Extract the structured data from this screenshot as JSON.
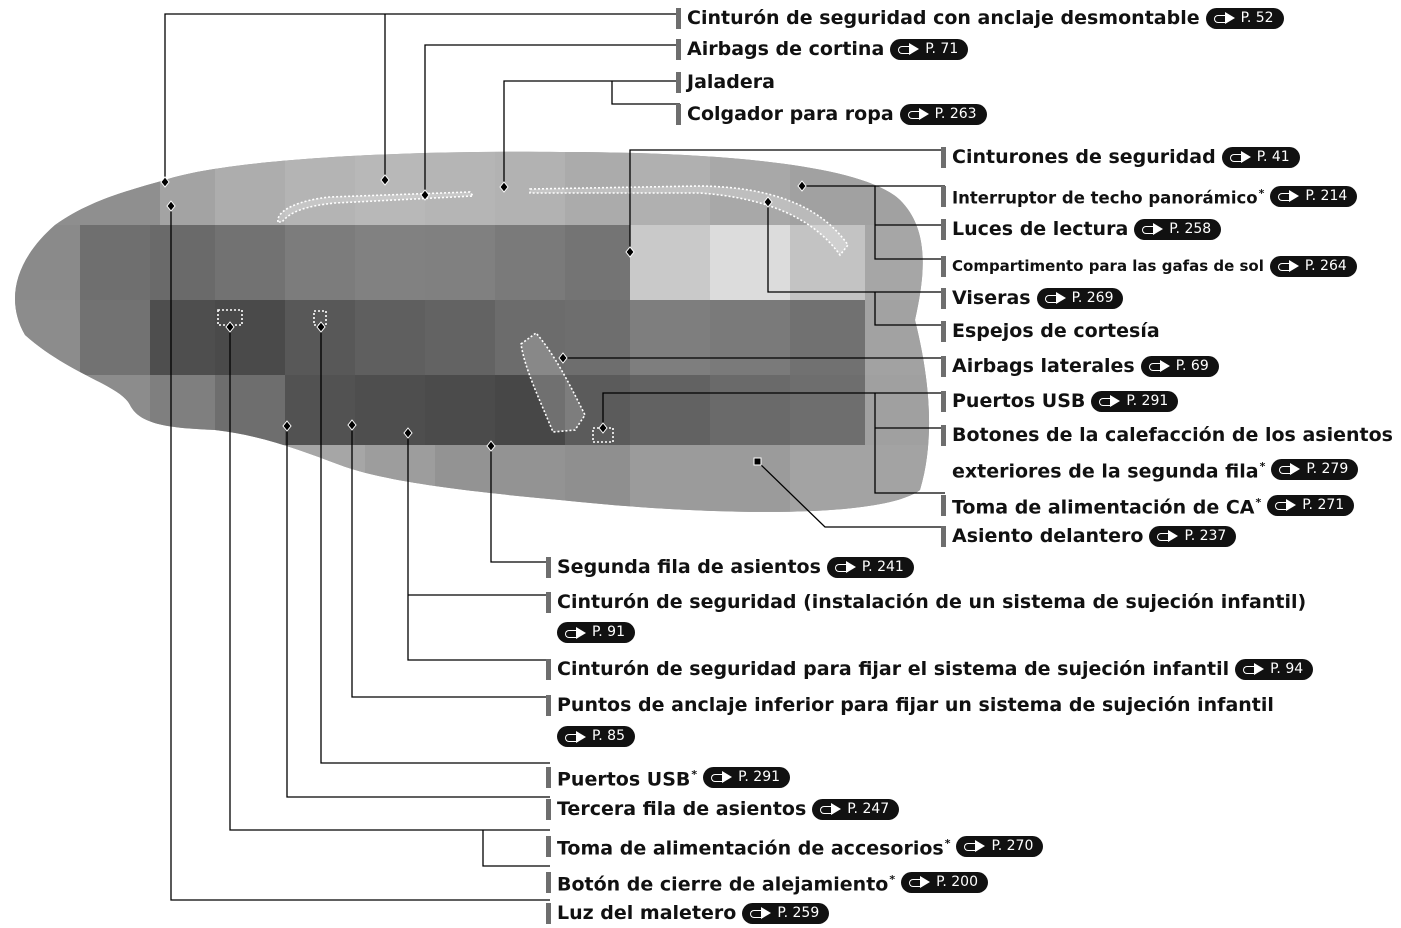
{
  "labels": [
    {
      "id": "l1",
      "text": "Cinturón de seguridad con anclaje desmontable",
      "page": "P. 52"
    },
    {
      "id": "l2",
      "text": "Airbags de cortina",
      "page": "P. 71"
    },
    {
      "id": "l3",
      "text": "Jaladera",
      "page": ""
    },
    {
      "id": "l4",
      "text": "Colgador para ropa",
      "page": "P. 263"
    },
    {
      "id": "l5",
      "text": "Cinturones de seguridad",
      "page": "P. 41"
    },
    {
      "id": "l6",
      "text": "Interruptor de techo panorámico",
      "star": "*",
      "page": "P. 214"
    },
    {
      "id": "l7",
      "text": "Luces de lectura",
      "page": "P. 258"
    },
    {
      "id": "l8",
      "text": "Compartimento para las gafas de sol",
      "page": "P. 264"
    },
    {
      "id": "l9",
      "text": "Viseras",
      "page": "P. 269"
    },
    {
      "id": "l10",
      "text": "Espejos de cortesía",
      "page": ""
    },
    {
      "id": "l11",
      "text": "Airbags laterales",
      "page": "P. 69"
    },
    {
      "id": "l12",
      "text": "Puertos USB",
      "page": "P. 291"
    },
    {
      "id": "l13",
      "text": "Botones de la calefacción de los asientos",
      "page": ""
    },
    {
      "id": "l13b",
      "text": "exteriores de la segunda fila",
      "star": "*",
      "page": "P. 279"
    },
    {
      "id": "l14",
      "text": "Toma de alimentación de CA",
      "star": "*",
      "page": "P. 271"
    },
    {
      "id": "l15",
      "text": "Asiento delantero",
      "page": "P. 237"
    },
    {
      "id": "l16",
      "text": "Segunda fila de asientos",
      "page": "P. 241"
    },
    {
      "id": "l17",
      "text": "Cinturón de seguridad (instalación de un sistema de sujeción infantil)",
      "page": ""
    },
    {
      "id": "l17b",
      "text": "",
      "page": "P. 91"
    },
    {
      "id": "l18",
      "text": "Cinturón de seguridad para fijar el sistema de sujeción infantil",
      "page": "P. 94"
    },
    {
      "id": "l19",
      "text": "Puntos de anclaje inferior para fijar un sistema de sujeción infantil",
      "page": ""
    },
    {
      "id": "l19b",
      "text": "",
      "page": "P. 85"
    },
    {
      "id": "l20",
      "text": "Puertos USB",
      "star": "*",
      "page": "P. 291"
    },
    {
      "id": "l21",
      "text": "Tercera fila de asientos",
      "page": "P. 247"
    },
    {
      "id": "l22",
      "text": "Toma de alimentación de accesorios",
      "star": "*",
      "page": "P. 270"
    },
    {
      "id": "l23",
      "text": "Botón de cierre de alejamiento",
      "star": "*",
      "page": "P. 200"
    },
    {
      "id": "l24",
      "text": "Luz del maletero",
      "page": "P. 259"
    }
  ],
  "colors": {
    "leader": "#000000",
    "bar": "#6e6e6e",
    "badge": "#111111"
  }
}
